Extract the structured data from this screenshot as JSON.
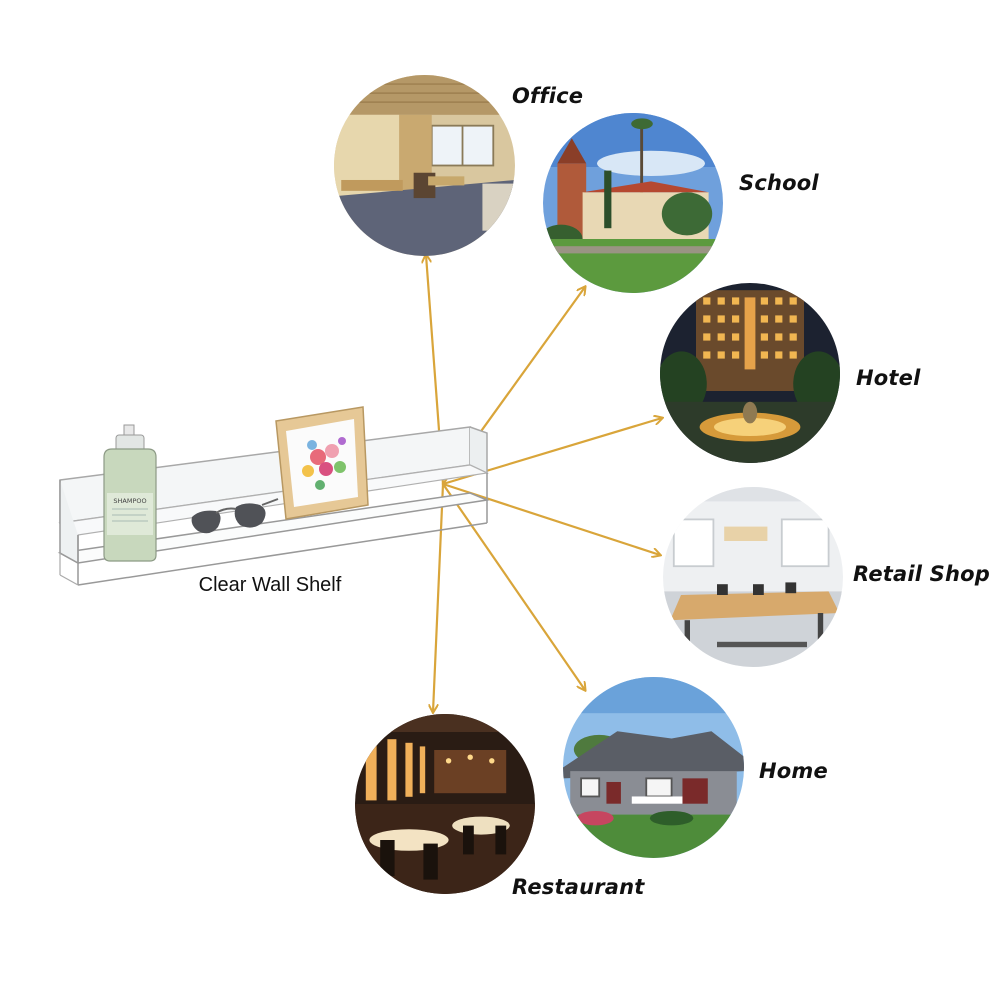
{
  "product": {
    "caption": "Clear Wall Shelf",
    "bottle_label": "SHAMPOO"
  },
  "venues": [
    {
      "id": "office",
      "label": "Office"
    },
    {
      "id": "school",
      "label": "School"
    },
    {
      "id": "hotel",
      "label": "Hotel"
    },
    {
      "id": "retail-shop",
      "label": "Retail Shop"
    },
    {
      "id": "home",
      "label": "Home"
    },
    {
      "id": "restaurant",
      "label": "Restaurant"
    }
  ],
  "colors": {
    "arrow": "#D9A53A",
    "label_text": "#111111",
    "shelf_edge": "#9a9a9a"
  }
}
